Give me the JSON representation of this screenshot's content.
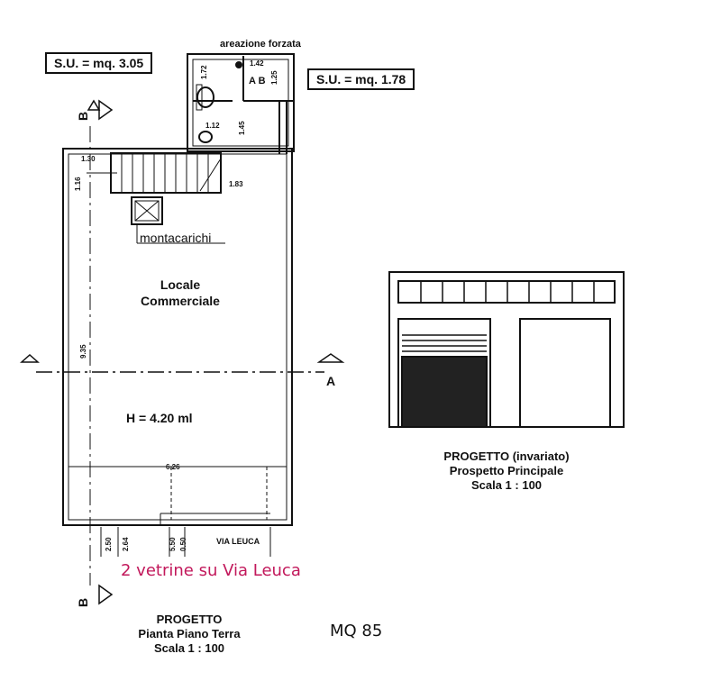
{
  "plan": {
    "su_left": "S.U. = mq. 3.05",
    "su_right": "S.U. = mq. 1.78",
    "areazione": "areazione forzata",
    "ab": "A B",
    "montacarichi": "montacarichi",
    "room_line1": "Locale",
    "room_line2": "Commerciale",
    "height": "H = 4.20 ml",
    "section_b": "B",
    "section_a": "A",
    "street": "VIA LEUCA",
    "dims": {
      "d142": "1.42",
      "d172": "1.72",
      "d125": "1.25",
      "d112": "1.12",
      "d145": "1.45",
      "d130": "1.30",
      "d116": "1.16",
      "d183": "1.83",
      "d935": "9.35",
      "d626": "6.26",
      "d250": "2.50",
      "d264": "2.64",
      "d550": "5.50",
      "d050": "0.50"
    },
    "title_line1": "PROGETTO",
    "title_line2": "Pianta Piano Terra",
    "title_line3": "Scala 1 : 100"
  },
  "elevation": {
    "title_line1": "PROGETTO (invariato)",
    "title_line2": "Prospetto Principale",
    "title_line3": "Scala 1 : 100"
  },
  "annotations": {
    "vetrine": "2 vetrine su Via Leuca",
    "mq": "MQ 85"
  }
}
